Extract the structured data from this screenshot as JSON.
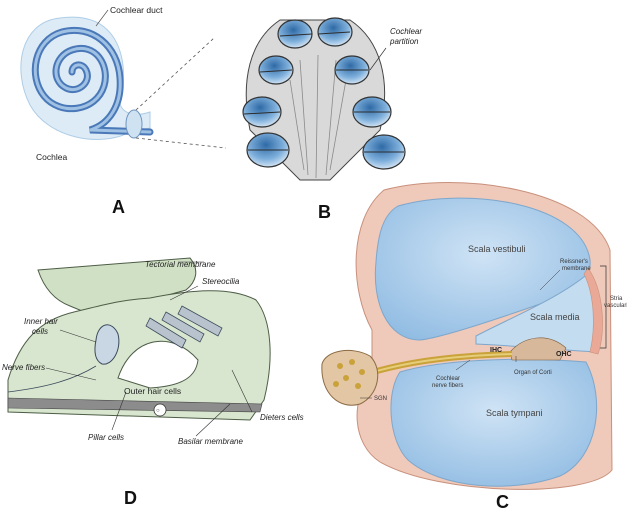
{
  "panels": {
    "a": {
      "letter": "A",
      "labels": {
        "cochlear_duct": "Cochlear duct",
        "cochlea": "Cochlea"
      }
    },
    "b": {
      "letter": "B",
      "labels": {
        "cochlear_partition_1": "Cochlear",
        "cochlear_partition_2": "partition"
      }
    },
    "c": {
      "letter": "C",
      "labels": {
        "scala_vestibuli": "Scala vestibuli",
        "scala_media": "Scala media",
        "scala_tympani": "Scala tympani",
        "reissners_1": "Reissner's",
        "reissners_2": "membrane",
        "stria_1": "Stria",
        "stria_2": "vascularis",
        "ihc": "IHC",
        "ohc": "OHC",
        "organ_of_corti": "Organ of Corti",
        "cochlear_nerve_1": "Cochlear",
        "cochlear_nerve_2": "nerve fibers",
        "sgn": "SGN"
      }
    },
    "d": {
      "letter": "D",
      "labels": {
        "tectorial_membrane": "Tectorial membrane",
        "stereocilia": "Stereocilia",
        "inner_hair_1": "Inner hair",
        "inner_hair_2": "cells",
        "nerve_fibers": "Nerve fibers",
        "outer_hair_cells": "Outer hair cells",
        "pillar_cells": "Pillar cells",
        "basilar_membrane": "Basilar membrane",
        "dieters_cells": "Dieters cells"
      }
    }
  },
  "colors": {
    "duct_blue": "#4a78b8",
    "fluid_blue": "#a9cbe8",
    "tissue_pink": "#e8b7a6",
    "tissue_green": "#cfe0c4",
    "nerve_gold": "#c9a23a"
  }
}
